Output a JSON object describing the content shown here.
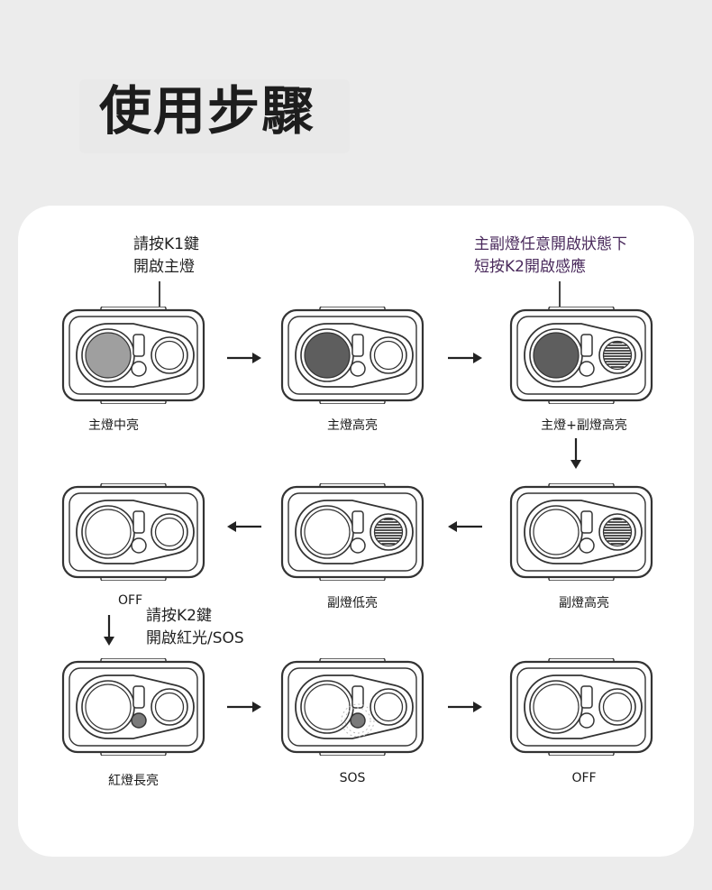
{
  "title": "使用步驟",
  "notes": {
    "k1": [
      "請按K1鍵",
      "開啟主燈"
    ],
    "k2_sensor": [
      "主副燈任意開啟狀態下",
      "短按K2開啟感應"
    ],
    "k2_red": [
      "請按K2鍵",
      "開啟紅光/SOS"
    ]
  },
  "steps": [
    {
      "label": "主燈中亮",
      "main": "medium",
      "side": "off",
      "red": "off"
    },
    {
      "label": "主燈高亮",
      "main": "high",
      "side": "off",
      "red": "off"
    },
    {
      "label": "主燈+副燈高亮",
      "main": "high",
      "side": "high",
      "red": "off"
    },
    {
      "label": "副燈高亮",
      "main": "off",
      "side": "high",
      "red": "off"
    },
    {
      "label": "副燈低亮",
      "main": "off",
      "side": "low",
      "red": "off"
    },
    {
      "label": "OFF",
      "main": "off",
      "side": "off",
      "red": "off"
    },
    {
      "label": "紅燈長亮",
      "main": "off",
      "side": "off",
      "red": "on"
    },
    {
      "label": "SOS",
      "main": "off",
      "side": "off",
      "red": "sos"
    },
    {
      "label": "OFF",
      "main": "off",
      "side": "off",
      "red": "off"
    }
  ],
  "colors": {
    "main_medium": "#8e8e8e",
    "main_high": "#555555",
    "side_on": "#3a3a3a",
    "red_on": "#7a7a7a",
    "line": "#333333",
    "background": "#ececec",
    "card": "#ffffff"
  },
  "icons": [
    "arrow-right-icon",
    "arrow-left-icon",
    "arrow-down-icon"
  ]
}
